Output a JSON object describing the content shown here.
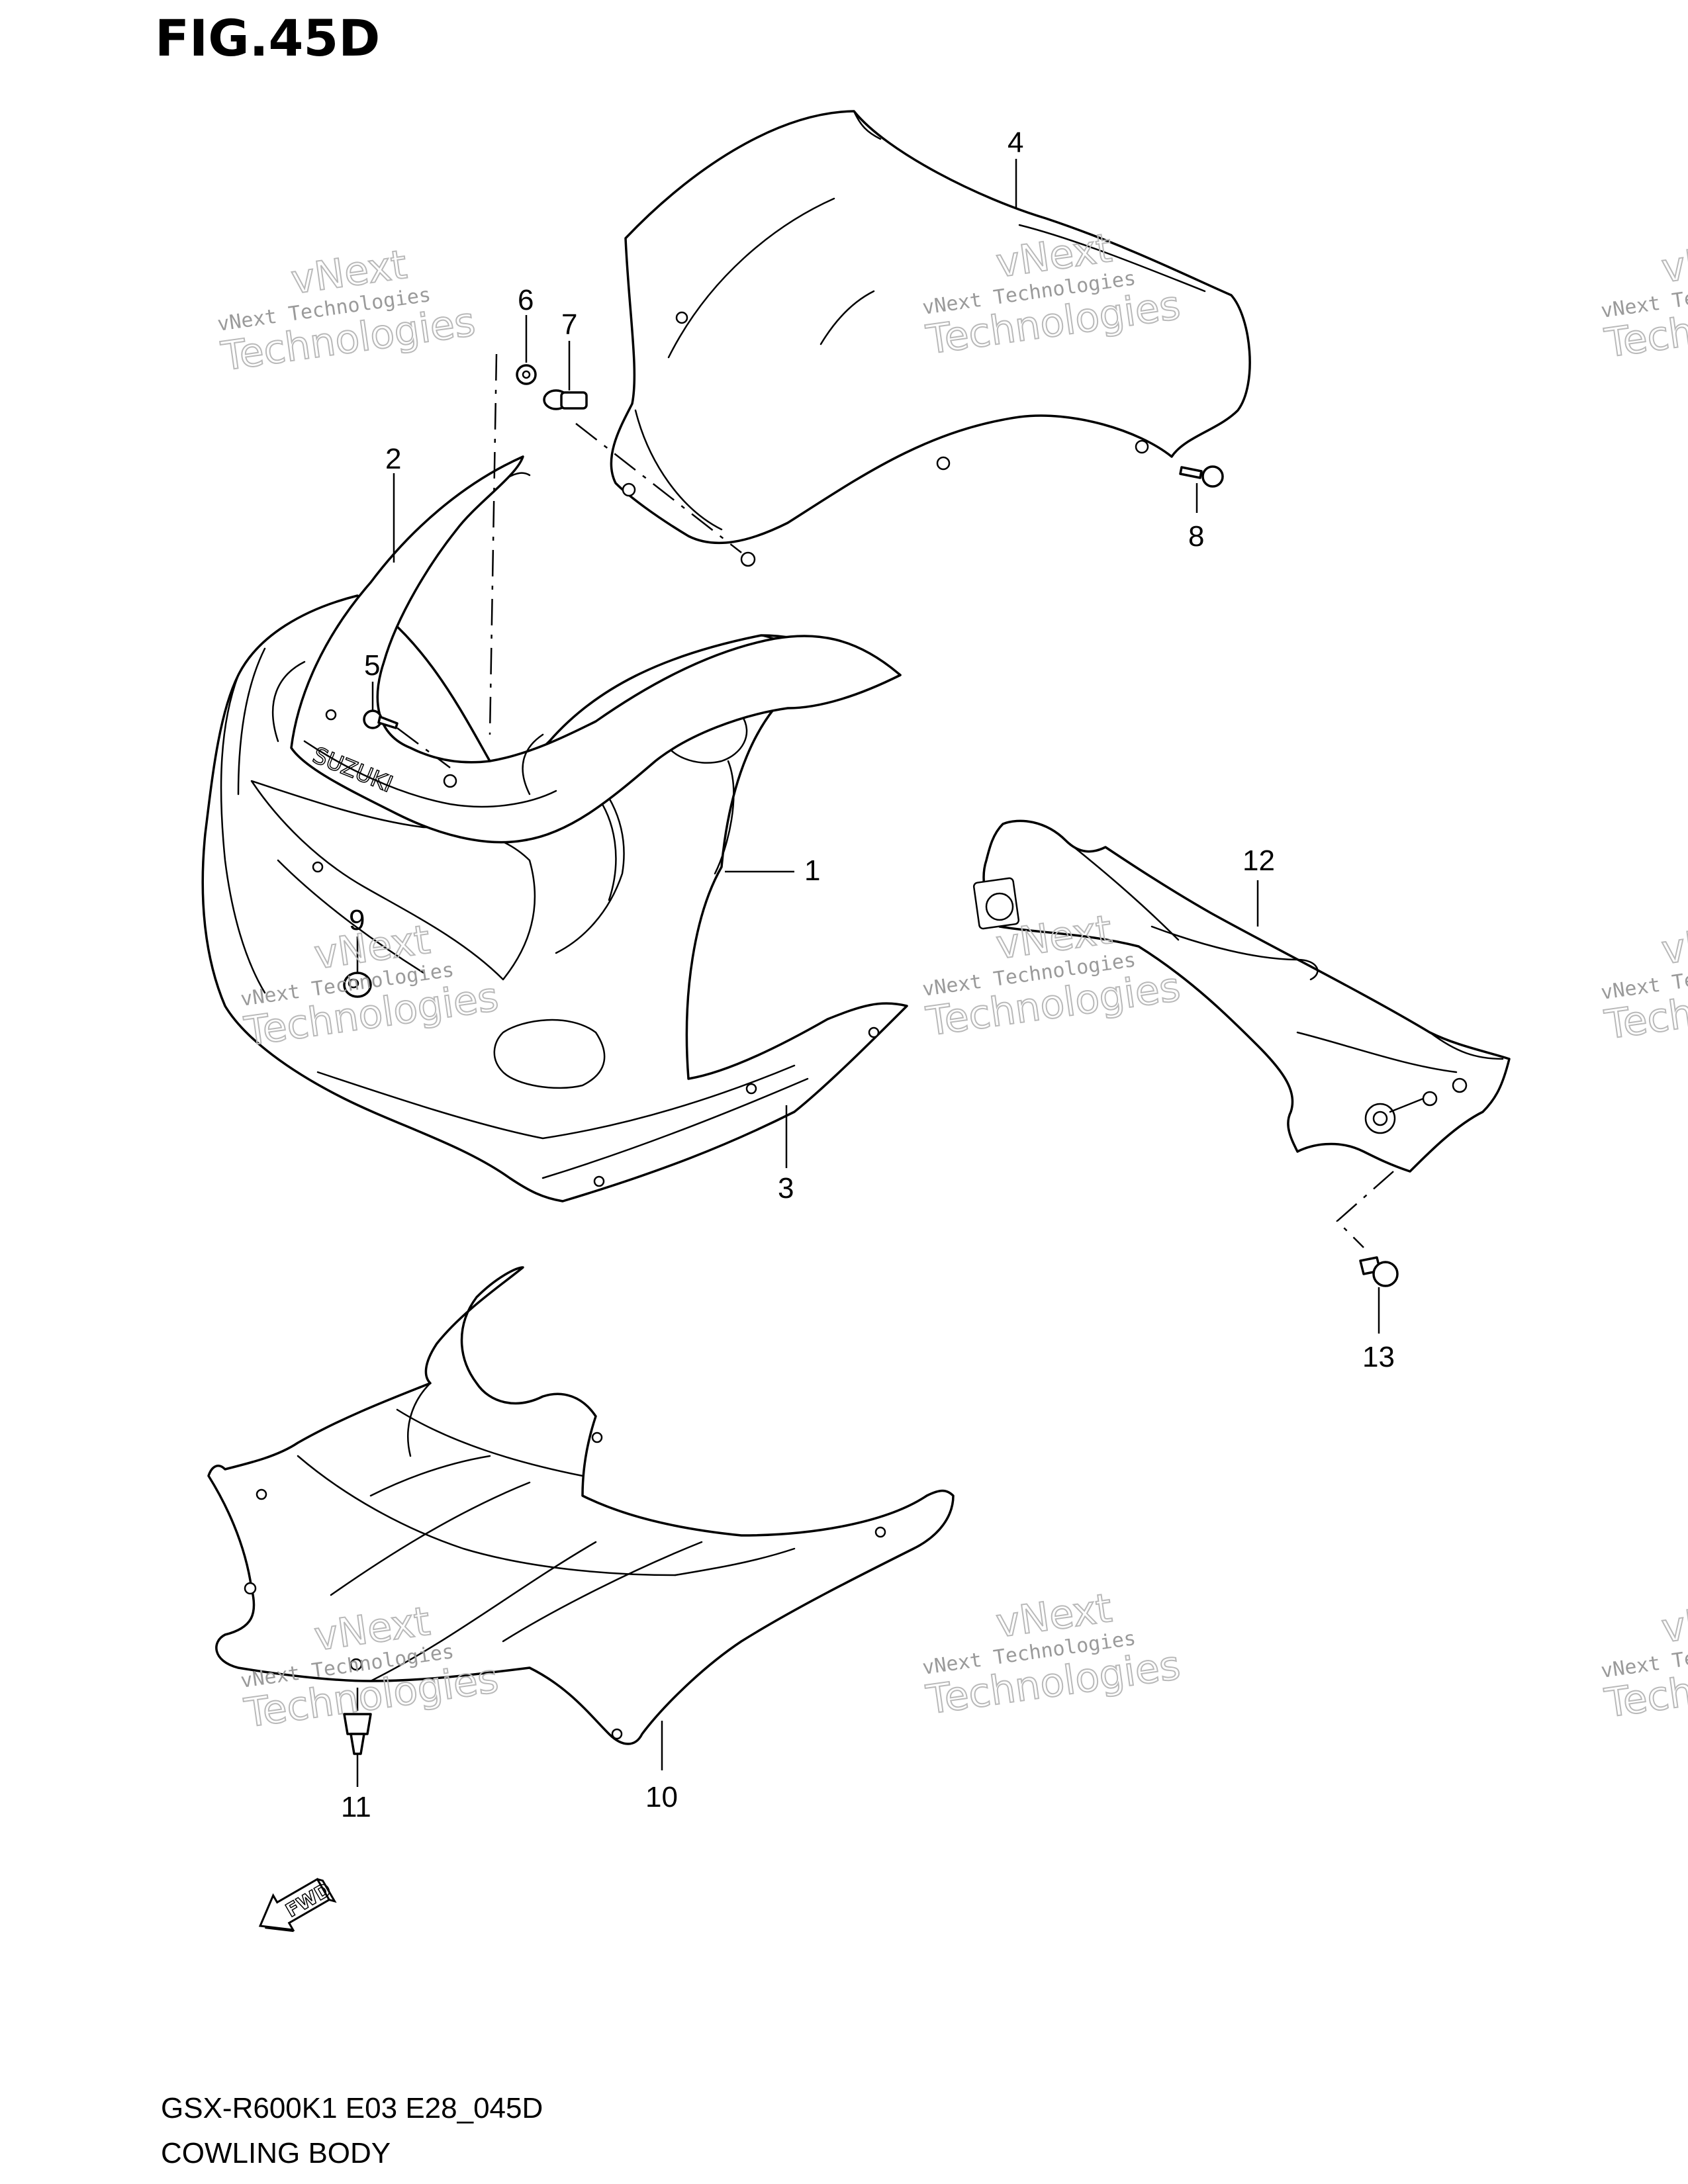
{
  "figure": {
    "title": "FIG.45D"
  },
  "callouts": [
    {
      "id": "1",
      "label": "1",
      "part": "cowling-body"
    },
    {
      "id": "2",
      "label": "2",
      "part": "upper-trim-panel"
    },
    {
      "id": "3",
      "label": "3",
      "part": "lower-edge-trim"
    },
    {
      "id": "4",
      "label": "4",
      "part": "windscreen"
    },
    {
      "id": "5",
      "label": "5",
      "part": "screw"
    },
    {
      "id": "6",
      "label": "6",
      "part": "nut"
    },
    {
      "id": "7",
      "label": "7",
      "part": "bolt"
    },
    {
      "id": "8",
      "label": "8",
      "part": "screw"
    },
    {
      "id": "9",
      "label": "9",
      "part": "cushion"
    },
    {
      "id": "10",
      "label": "10",
      "part": "inner-panel"
    },
    {
      "id": "11",
      "label": "11",
      "part": "fastener"
    },
    {
      "id": "12",
      "label": "12",
      "part": "side-bracket"
    },
    {
      "id": "13",
      "label": "13",
      "part": "screw"
    }
  ],
  "emblem": {
    "text": "SUZUKI"
  },
  "direction_marker": {
    "text": "FWD",
    "icon": "fwd-arrow-icon"
  },
  "watermark": {
    "line1": "vNext",
    "line2": "vNext Technologies",
    "line3": "Technologies"
  },
  "footer": {
    "model_code": "GSX-R600K1 E03 E28_045D",
    "section_name": "COWLING BODY"
  },
  "colors": {
    "ink": "#000000",
    "watermark": "#9a9a9a",
    "background": "#ffffff"
  }
}
